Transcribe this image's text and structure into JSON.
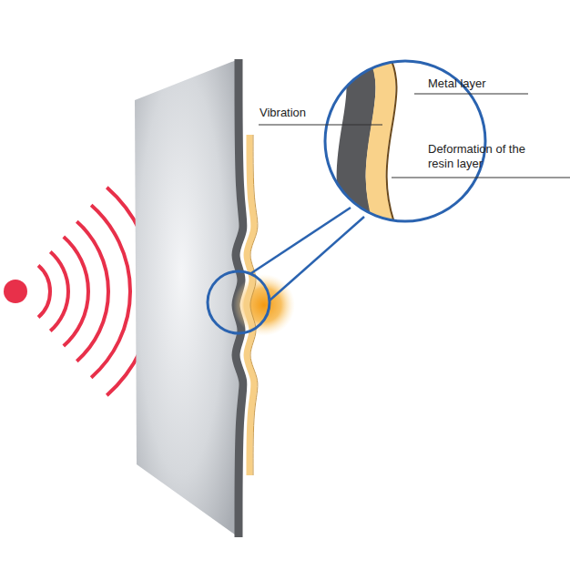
{
  "diagram": {
    "labels": [
      "Vibration",
      "Metal layer",
      "Deformation of the resin layer"
    ]
  }
}
